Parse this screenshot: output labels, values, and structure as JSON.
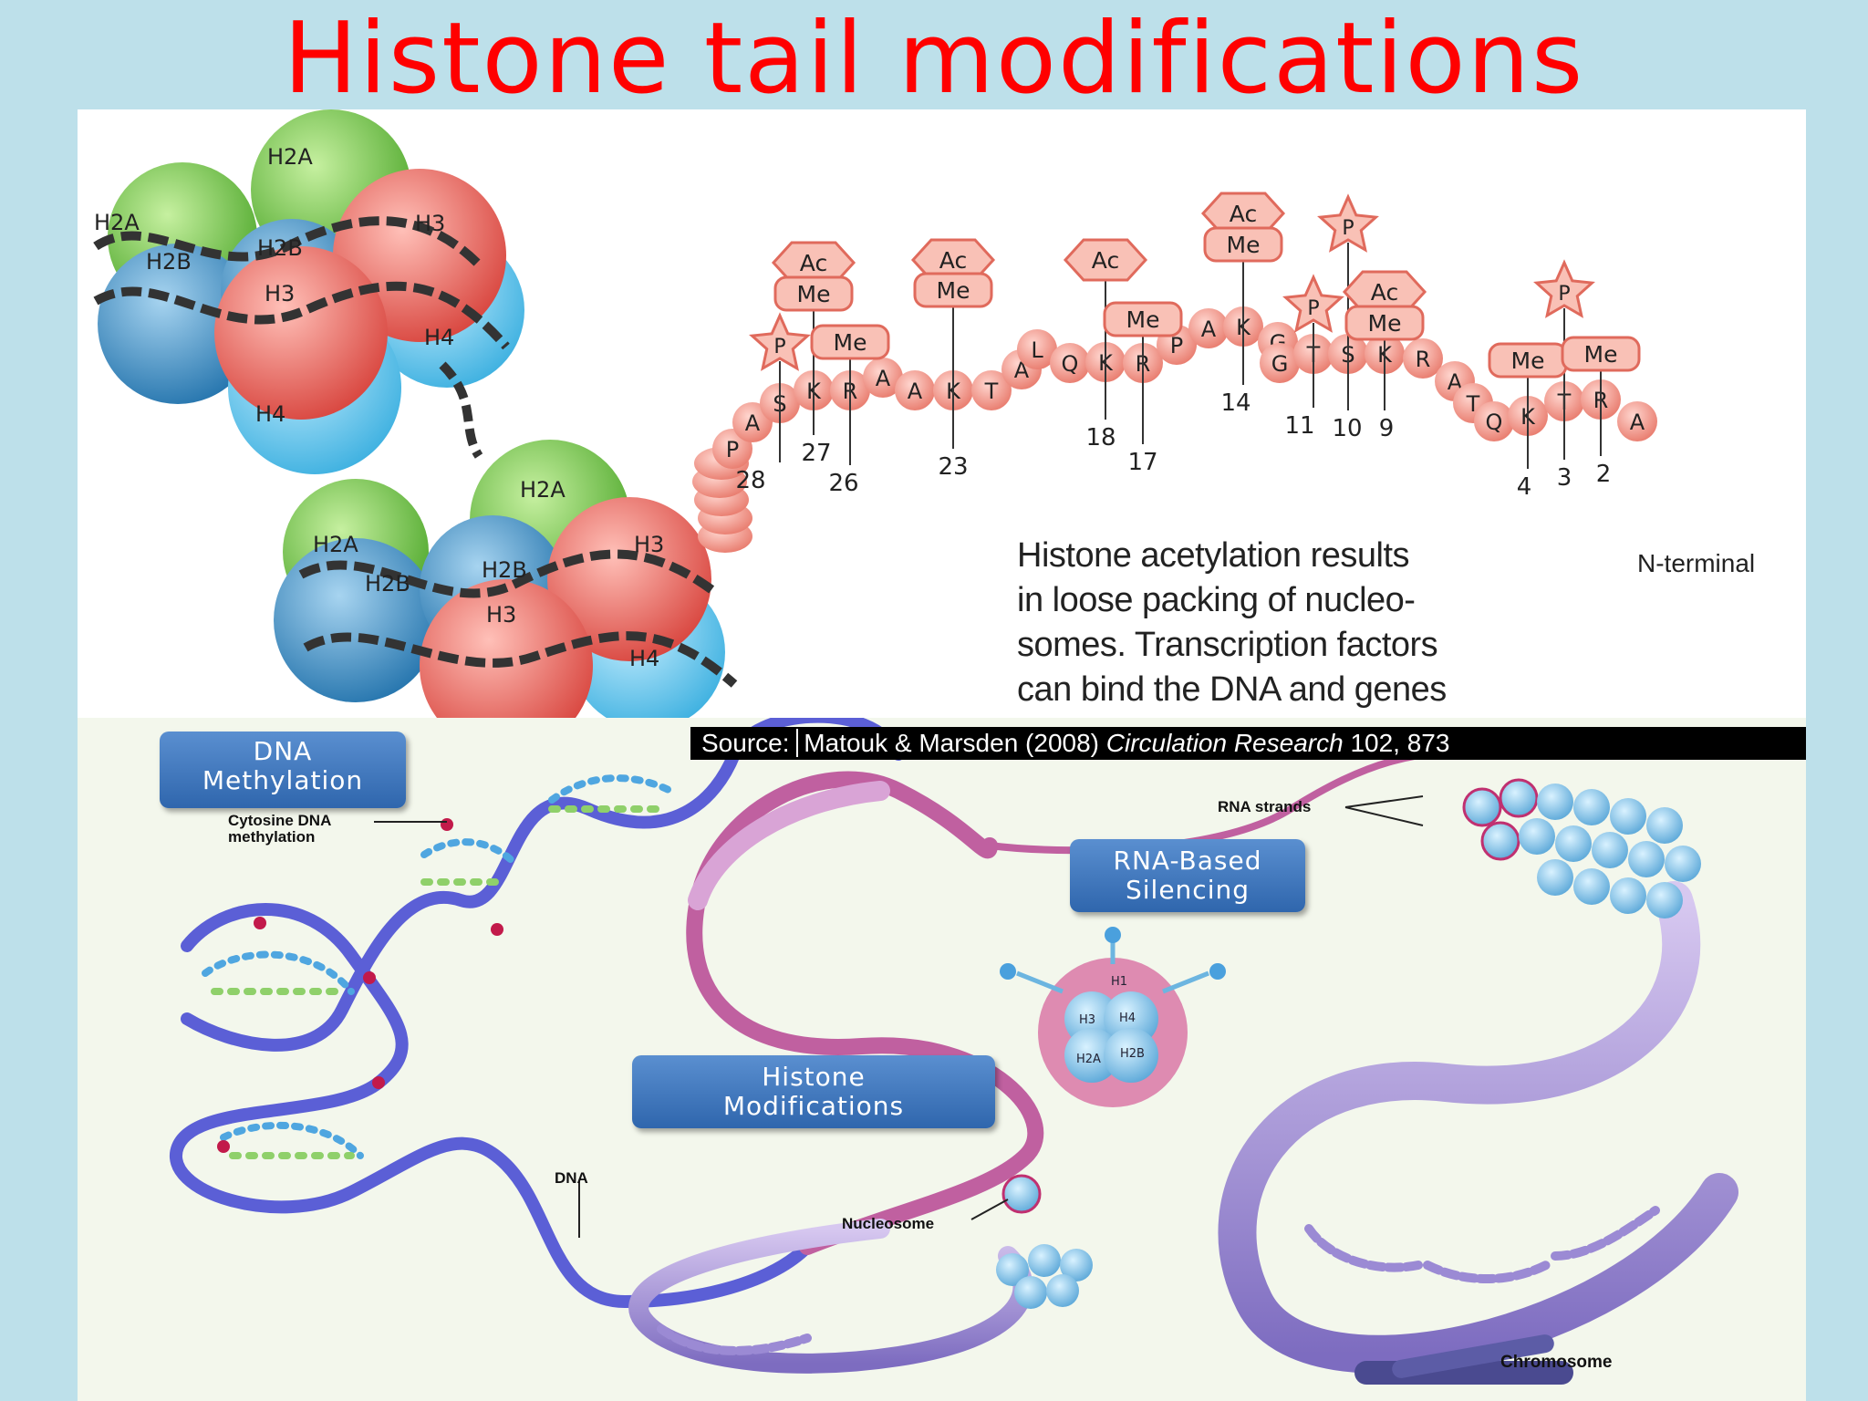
{
  "title": "Histone tail modifications",
  "top_diagram": {
    "histone_labels": {
      "n1": [
        "H2A",
        "H2A",
        "H2B",
        "H2B",
        "H3",
        "H3",
        "H4",
        "H4"
      ],
      "n2": [
        "H2A",
        "H2A",
        "H2B",
        "H2B",
        "H3",
        "H3",
        "H4"
      ]
    },
    "residues": [
      "P",
      "A",
      "S",
      "K",
      "R",
      "A",
      "A",
      "K",
      "T",
      "A",
      "L",
      "Q",
      "K",
      "R",
      "P",
      "A",
      "K",
      "G",
      "G",
      "T",
      "S",
      "K",
      "R",
      "A",
      "T",
      "Q",
      "K",
      "T",
      "R",
      "A"
    ],
    "modifications": [
      {
        "mark": "P",
        "site": "28"
      },
      {
        "mark": "Ac",
        "site": "27"
      },
      {
        "mark": "Me",
        "site": "27"
      },
      {
        "mark": "Me",
        "site": "26"
      },
      {
        "mark": "Ac",
        "site": "23"
      },
      {
        "mark": "Me",
        "site": "23"
      },
      {
        "mark": "Ac",
        "site": "18"
      },
      {
        "mark": "Me",
        "site": "17"
      },
      {
        "mark": "Ac",
        "site": "14"
      },
      {
        "mark": "Me",
        "site": "14"
      },
      {
        "mark": "P",
        "site": "11"
      },
      {
        "mark": "P",
        "site": "10"
      },
      {
        "mark": "Ac",
        "site": "9"
      },
      {
        "mark": "Me",
        "site": "9"
      },
      {
        "mark": "Me",
        "site": "4"
      },
      {
        "mark": "P",
        "site": "3"
      },
      {
        "mark": "Me",
        "site": "2"
      }
    ],
    "caption_lines": [
      "Histone acetylation results",
      "in loose packing of nucleo-",
      "somes. Transcription factors",
      "can bind the DNA and genes"
    ],
    "n_terminal": "N-terminal"
  },
  "bottom_diagram": {
    "source_label": "Source:",
    "source_authors": "Matouk & Marsden (2008)",
    "source_journal": "Circulation Research",
    "source_ref": "102, 873",
    "boxes": {
      "dna_methylation": [
        "DNA",
        "Methylation"
      ],
      "rna_silencing": [
        "RNA-Based",
        "Silencing"
      ],
      "histone_mods": [
        "Histone",
        "Modifications"
      ]
    },
    "labels": {
      "cytosine": [
        "Cytosine DNA",
        "methylation"
      ],
      "rna_strands": "RNA strands",
      "dna": "DNA",
      "nucleosome": "Nucleosome",
      "chromosome": "Chromosome",
      "octamer": [
        "H1",
        "H3",
        "H4",
        "H2A",
        "H2B"
      ]
    }
  },
  "colors": {
    "title": "#ff0000",
    "background": "#bde0ea",
    "h2a": "#7cc84a",
    "h2b": "#3b8fc4",
    "h3": "#e8605a",
    "h4": "#63c3e6",
    "residue": "#f49b8f",
    "mod_fill": "#f9c1b6",
    "box_blue": "#2f66ad"
  }
}
